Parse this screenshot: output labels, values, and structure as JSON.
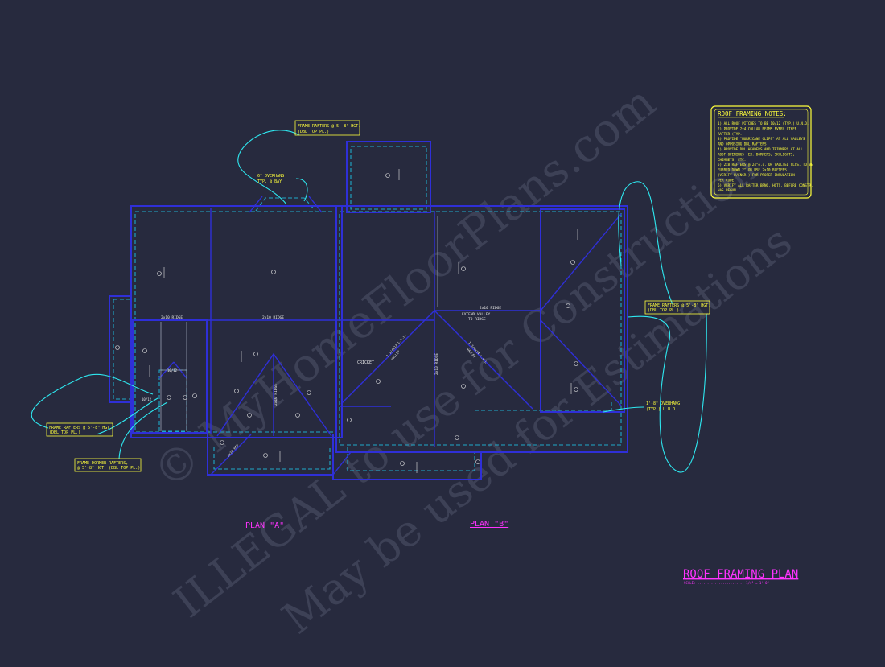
{
  "colors": {
    "background": "#272a3e",
    "wall": "#2f2fd8",
    "overhang": "#1fa9c9",
    "callout": "#ffff3c",
    "leader": "#2ee8f0",
    "title": "#ff33ff",
    "label": "#e6e6e6",
    "watermark": "#50546a"
  },
  "watermark": {
    "line1": "© MyHomeFloorPlans.com",
    "line2": "ILLEGAL to use for Construction",
    "line3": "May be used for Estimations"
  },
  "notes": {
    "title": "ROOF FRAMING NOTES:",
    "items": [
      "1) ALL ROOF PITCHES TO BE 10/12 (TYP.) U.N.O.",
      "2) PROVIDE 2x4 COLLAR BEAMS EVERY OTHER",
      "RAFTER (TYP.)",
      "3) PROVIDE \"HURRICANE CLIPS\" AT ALL VALLEYS",
      "AND OPPOSING DBL RAFTERS",
      "4) PROVIDE DBL HEADERS AND TRIMMERS AT ALL",
      "ROOF OPENINGS (EX. DORMERS, SKYLIGHTS,",
      "CHIMNEYS, ETC.)",
      "5) 2x8 RAFTERS @ 24\"o.c. OR VAULTED CLGS. TO BE",
      "FURRED DOWN 2\" OR USE 2x10 RAFTERS",
      "(VERIFY W/ENGR.) FOR PROPER INSULATION",
      "PER CODE",
      "6) VERIFY ALL RAFTER BRNG. HGTS. BEFORE CONSTR.",
      "HAS BEGUN"
    ]
  },
  "callouts": {
    "frame_top_1": "FRAME RAFTERS @ 5'-8\" HGT.",
    "frame_top_2": "(DBL TOP PL.)",
    "overhang_top_1": "6\" OVERHANG",
    "overhang_top_2": "TYP. @ BAY",
    "frame_right_1": "FRAME RAFTERS @ 5'-8\" HGT.",
    "frame_right_2": "(DBL TOP PL.)",
    "overhang_right_1": "1'-8\" OVERHANG",
    "overhang_right_2": "(TYP.) U.N.O.",
    "frame_left_1": "FRAME RAFTERS @ 5'-8\" HGT.",
    "frame_left_2": "(DBL TOP PL.)",
    "dormer_1": "FRAME DORMER RAFTERS,",
    "dormer_2": "@ 5'-8\" HGT. (DBL TOP PL.)"
  },
  "labels": {
    "ridge_left": "2x10 RIDGE",
    "ridge_mid": "2x10 RIDGE",
    "ridge_right": "2x10 RIDGE",
    "ridge_vert_1": "2x10 RIDGE",
    "ridge_vert_2": "2x10 RIDGE",
    "extend_valley_1": "EXTEND VALLEY",
    "extend_valley_2": "TO RIDGE",
    "cricket": "CRICKET",
    "valley_1": "1 3/4x14 L.V.L.",
    "valley_2": "VALLEY",
    "valley_3": "1 3/4x14 L.V.L.",
    "valley_4": "VALLEY",
    "hip": "2x10 HIP",
    "pitch_a": "10/12",
    "pitch_b": "10/12"
  },
  "plan_a": "PLAN \"A\"",
  "plan_b": "PLAN \"B\"",
  "title": {
    "main": "ROOF FRAMING PLAN",
    "scale": "SCALE: ........................ 1/4\" = 1'-0\""
  }
}
